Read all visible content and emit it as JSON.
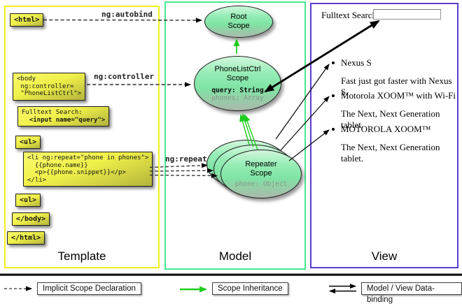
{
  "columns": {
    "template": "Template",
    "model": "Model",
    "view": "View"
  },
  "code": {
    "html_open": "<html>",
    "body_open": "<body\n ng:controller=\n \"PhoneListCtrl\">",
    "fulltext_label": "Fulltext Search:",
    "fulltext_input": "  <input name=\"query\">",
    "ul_open": "<ul>",
    "li_repeat": "<li ng:repeat=\"phone in phones\">\n  {{phone.name}}\n  <p>{{phone.snippet}}</p>\n</li>",
    "ul_close": "<ul>",
    "body_close": "</body>",
    "html_close": "</html>"
  },
  "annotations": {
    "autobind": "ng:autobind",
    "controller": "ng:controller",
    "repeat": "ng:repeat"
  },
  "scopes": {
    "root": {
      "title": "Root\nScope"
    },
    "phonelist": {
      "title": "PhoneListCtrl\nScope",
      "prop_query": "query: String",
      "prop_phones": "phones: Array"
    },
    "repeater": {
      "title": "Repeater\nScope",
      "prop_phone": "phone: Object"
    }
  },
  "view": {
    "search_label": "Fulltext Search:",
    "search_value": "",
    "items": [
      {
        "name": "Nexus S",
        "desc": "Fast just got faster with Nexus S."
      },
      {
        "name": "Motorola XOOM™  with Wi-Fi",
        "desc": "The Next, Next Generation tablet."
      },
      {
        "name": "MOTOROLA XOOM™",
        "desc": "The Next, Next Generation tablet."
      }
    ]
  },
  "legend": {
    "implicit": "Implicit Scope Declaration",
    "inheritance": "Scope Inheritance",
    "binding": "Model / View Data-binding"
  },
  "colors": {
    "template_border": "#f2ef1d",
    "model_border": "#46e88e",
    "view_border": "#5b3fc9",
    "inherit_green": "#1fcc1f",
    "box_yellow": "#f0f04a",
    "scope_green": "#7fe4a4"
  }
}
